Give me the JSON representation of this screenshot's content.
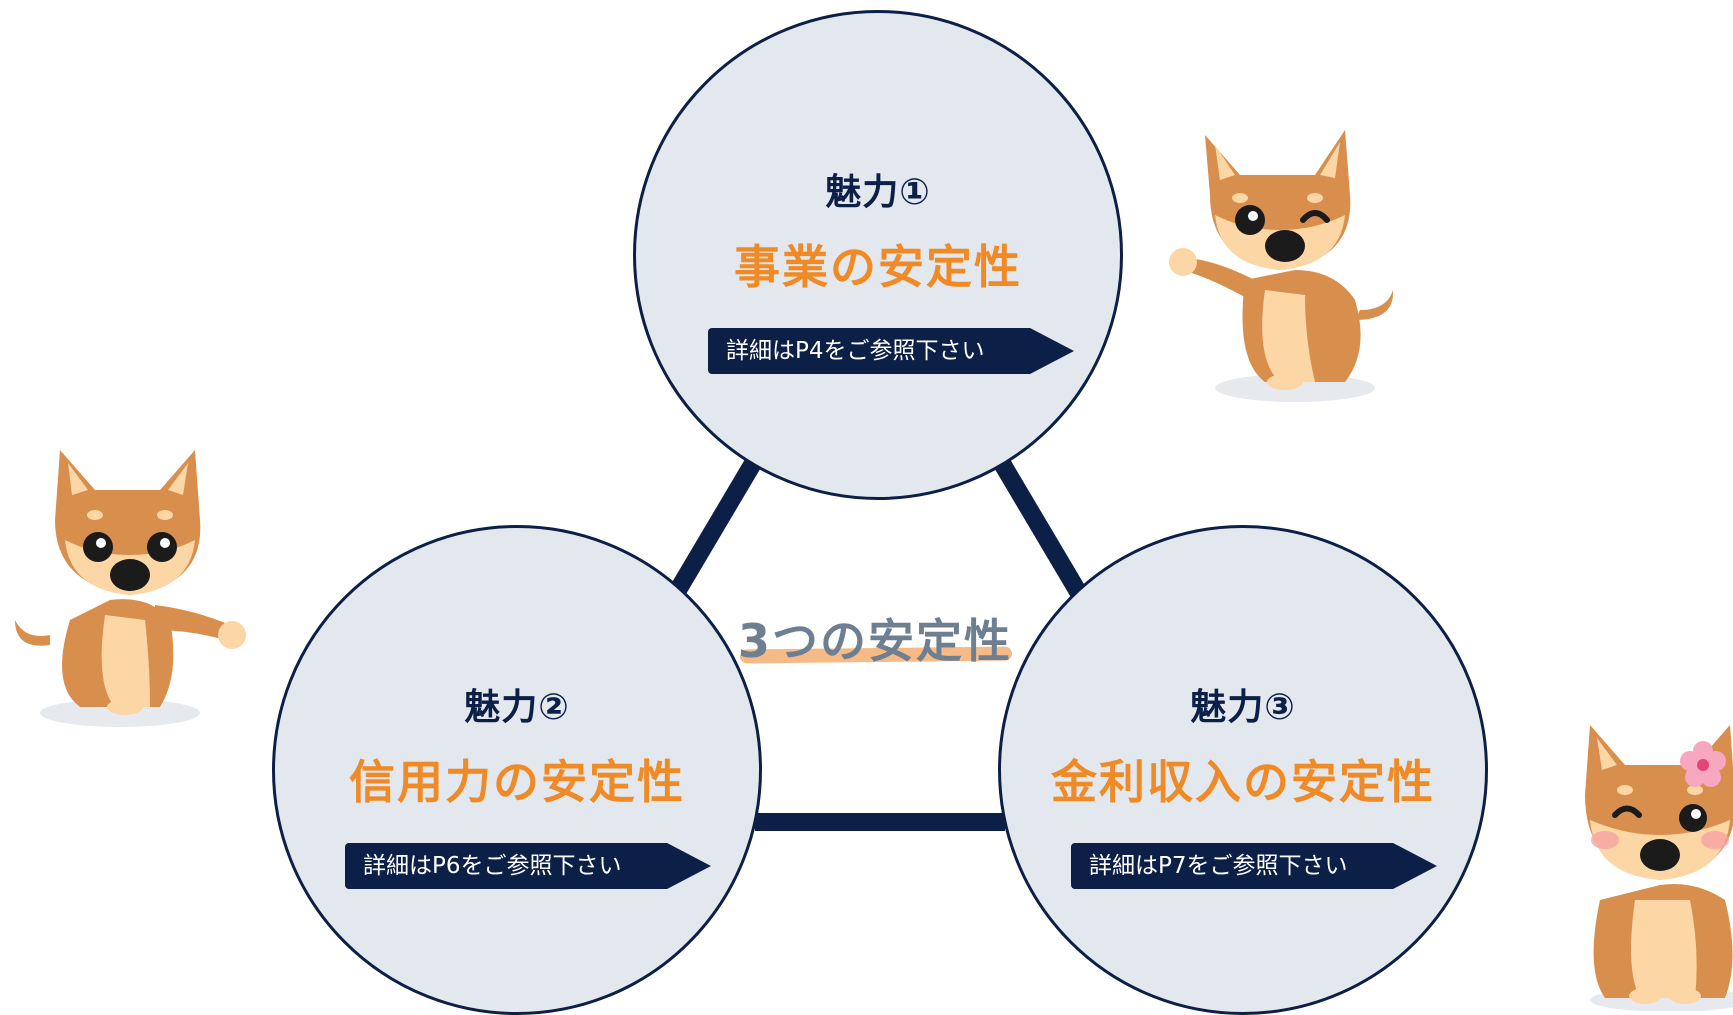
{
  "center": {
    "title": "3つの安定性"
  },
  "circles": [
    {
      "label": "魅力①",
      "title": "事業の安定性",
      "button": "詳細はP4をご参照下さい"
    },
    {
      "label": "魅力②",
      "title": "信用力の安定性",
      "button": "詳細はP6をご参照下さい"
    },
    {
      "label": "魅力③",
      "title": "金利収入の安定性",
      "button": "詳細はP7をご参照下さい"
    }
  ],
  "colors": {
    "navy": "#0c1f47",
    "orange": "#ef8a26",
    "circle_fill": "#e3e8ee",
    "center_text": "#6d7f91",
    "underline": "#f5b37a",
    "dog_body": "#d88f4e",
    "dog_cream": "#fcd6a4"
  },
  "icons": [
    "shiba-dog-waving-right",
    "shiba-dog-waving-left",
    "shiba-dog-with-flower"
  ]
}
